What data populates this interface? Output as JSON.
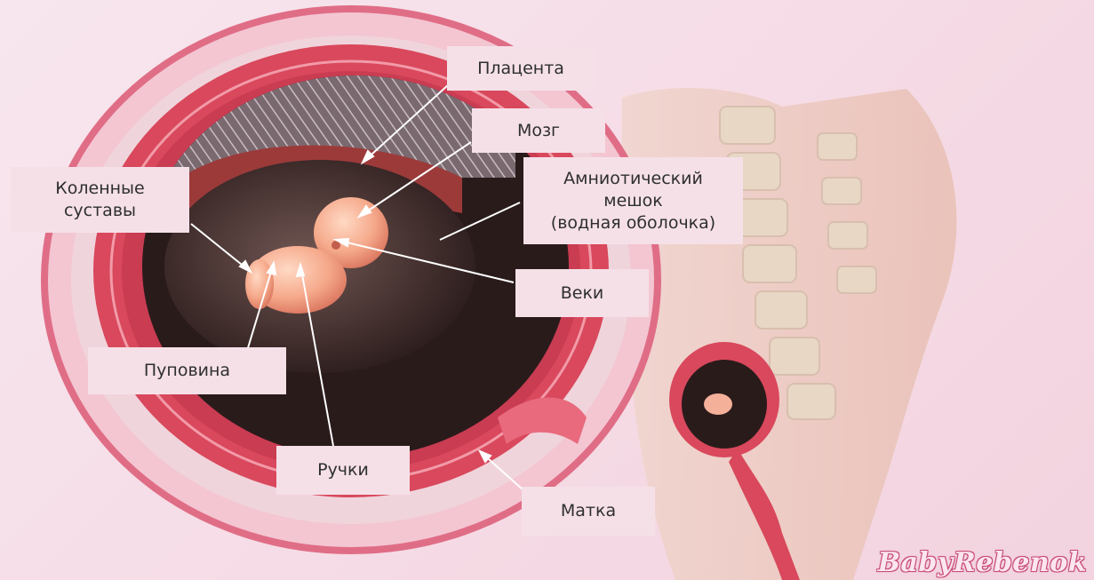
{
  "labels": {
    "placenta": "Плацента",
    "brain": "Мозг",
    "knees_line1": "Коленные",
    "knees_line2": "суставы",
    "amniotic_line1": "Амниотический",
    "amniotic_line2": "мешок",
    "amniotic_line3": "(водная оболочка)",
    "eyelids": "Веки",
    "umbilical": "Пуповина",
    "hands": "Ручки",
    "uterus": "Матка"
  },
  "watermark": "BabyRebenok",
  "colors": {
    "background": "#f5dfe8",
    "uterus_wall": "#d9485c",
    "label_bg": "#f5e0e8",
    "pointer_line": "#ffffff"
  }
}
